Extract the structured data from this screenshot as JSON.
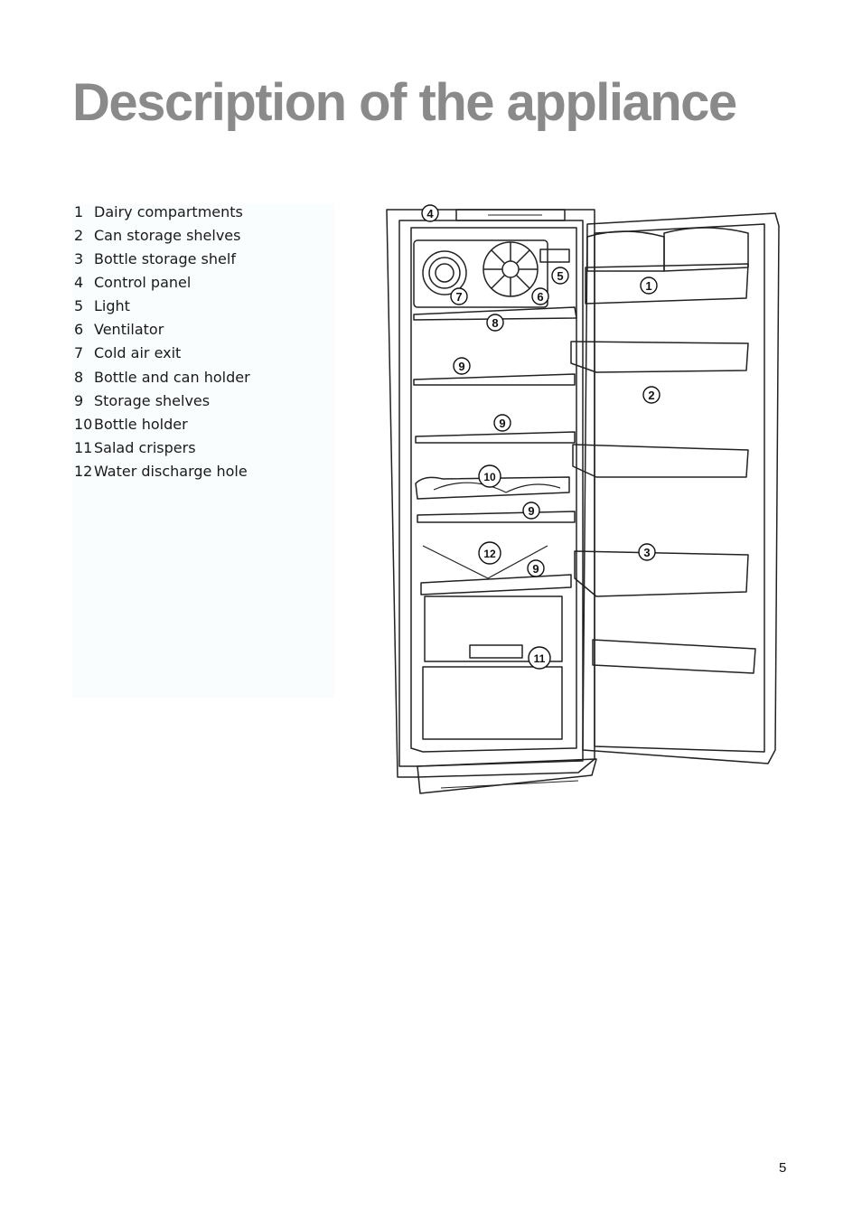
{
  "page": {
    "title": "Description of the appliance",
    "page_number": "5"
  },
  "legend": {
    "items": [
      {
        "number": "1",
        "label": "Dairy compartments"
      },
      {
        "number": "2",
        "label": "Can storage shelves"
      },
      {
        "number": "3",
        "label": "Bottle storage shelf"
      },
      {
        "number": "4",
        "label": "Control panel"
      },
      {
        "number": "5",
        "label": "Light"
      },
      {
        "number": "6",
        "label": "Ventilator"
      },
      {
        "number": "7",
        "label": "Cold air exit"
      },
      {
        "number": "8",
        "label": "Bottle and can holder"
      },
      {
        "number": "9",
        "label": "Storage shelves"
      },
      {
        "number": "10",
        "label": "Bottle holder"
      },
      {
        "number": "11",
        "label": "Salad crispers"
      },
      {
        "number": "12",
        "label": "Water discharge hole"
      }
    ]
  },
  "illustration": {
    "callouts": [
      "1",
      "2",
      "3",
      "4",
      "5",
      "6",
      "7",
      "8",
      "9",
      "9",
      "9",
      "9",
      "10",
      "11",
      "12"
    ]
  }
}
